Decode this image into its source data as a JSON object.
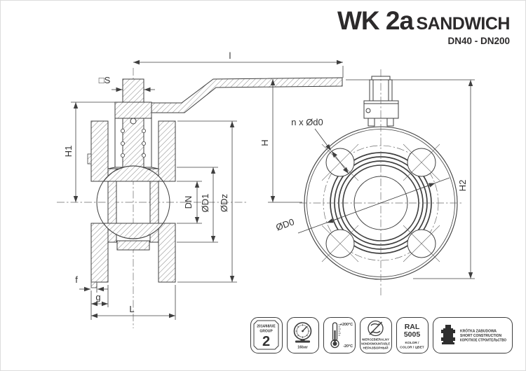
{
  "header": {
    "product": "WK 2a",
    "variant": "SANDWICH",
    "size_range": "DN40 - DN200"
  },
  "dimension_labels": {
    "lever_length": "l",
    "stem_square": "□S",
    "h1": "H1",
    "dn": "DN",
    "d1": "ØD1",
    "dz": "ØDz",
    "h": "H",
    "bolt_holes": "n x Ød0",
    "bolt_circle": "ØD0",
    "h2": "H2",
    "f": "f",
    "g": "g",
    "L": "L"
  },
  "badges": {
    "ped": {
      "directive": "2014/68/UE",
      "group_label": "GROUP",
      "group_value": "2"
    },
    "pressure": {
      "rating": "16bar"
    },
    "temperature": {
      "max": "+200°C",
      "min": "-20°C"
    },
    "nondismountable": {
      "pl": "NIEROZBIERALNY",
      "en": "NONDISMOUNTABLE",
      "ru": "НЕРАЗБОРНЫЙ"
    },
    "color": {
      "standard": "RAL",
      "code": "5005",
      "label_pl": "KOLOR /",
      "label_en_ru": "COLOR / ЦВЕТ"
    },
    "construction": {
      "pl": "KRÓTKA ZABUDOWA",
      "en": "SHORT CONSTRUCTION",
      "ru": "КОРОТКОЕ СТРОИТЕЛЬСТВО"
    }
  },
  "colors": {
    "line": "#3f3f3f",
    "text": "#2c2a2b"
  }
}
